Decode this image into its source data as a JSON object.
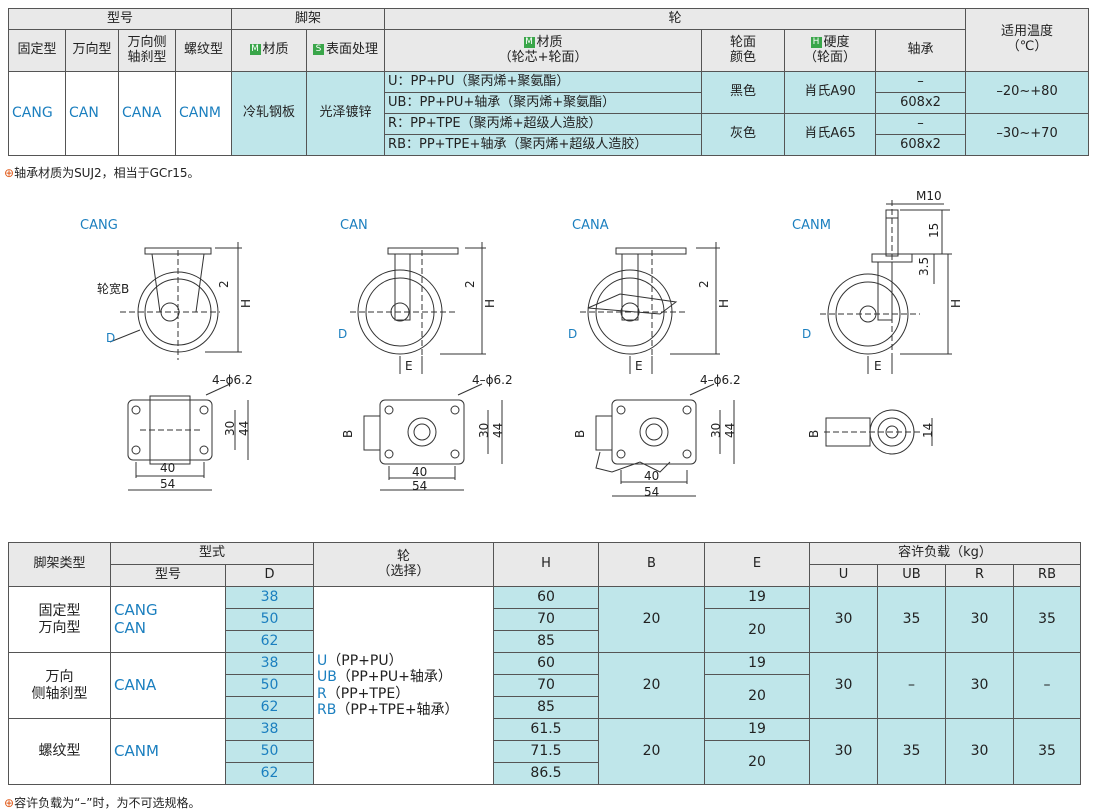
{
  "top_table": {
    "hdr_model": "型号",
    "hdr_frame": "脚架",
    "hdr_wheel": "轮",
    "hdr_temp": "适用温度\n（℃）",
    "col_fixed": "固定型",
    "col_swivel": "万向型",
    "col_brake": "万向侧\n轴刹型",
    "col_thread": "螺纹型",
    "tag_m": "M",
    "tag_s": "S",
    "tag_h": "H",
    "col_frame_material": "材质",
    "col_surface": "表面处理",
    "col_wheel_material": "材质\n（轮芯+轮面）",
    "col_tread_color": "轮面\n颜色",
    "col_hardness": "硬度\n（轮面）",
    "col_bearing": "轴承",
    "model_fixed": "CANG",
    "model_swivel": "CAN",
    "model_brake": "CANA",
    "model_thread": "CANM",
    "frame_material": "冷轧钢板",
    "surface": "光泽镀锌",
    "wheels": [
      "U：PP+PU（聚丙烯+聚氨酯）",
      "UB：PP+PU+轴承（聚丙烯+聚氨酯）",
      "R：PP+TPE（聚丙烯+超级人造胶）",
      "RB：PP+TPE+轴承（聚丙烯+超级人造胶）"
    ],
    "color_black": "黑色",
    "color_gray": "灰色",
    "hardness_a90": "肖氏A90",
    "hardness_a65": "肖氏A65",
    "bearing_none": "–",
    "bearing_608": "608x2",
    "temp_1": "–20~+80",
    "temp_2": "–30~+70"
  },
  "note_1": "轴承材质为SUJ2，相当于GCr15。",
  "drawings": {
    "label_cang": "CANG",
    "label_can": "CAN",
    "label_cana": "CANA",
    "label_canm": "CANM",
    "wheel_width": "轮宽B",
    "dim_d": "D",
    "dim_h": "H",
    "dim_e": "E",
    "dim_b": "B",
    "dim_2": "2",
    "dim_15": "15",
    "dim_35": "3.5",
    "dim_m10": "M10",
    "holes": "4–ϕ6.2",
    "dim_30": "30",
    "dim_44": "44",
    "dim_40": "40",
    "dim_54": "54",
    "dim_14": "14"
  },
  "bottom_table": {
    "hdr_frame_type": "脚架类型",
    "hdr_type": "型式",
    "hdr_model": "型号",
    "hdr_d": "D",
    "hdr_wheel": "轮\n（选择）",
    "hdr_h": "H",
    "hdr_b": "B",
    "hdr_e": "E",
    "hdr_load": "容许负载（kg）",
    "hdr_u": "U",
    "hdr_ub": "UB",
    "hdr_r": "R",
    "hdr_rb": "RB",
    "wheel_options": [
      {
        "code": "U",
        "desc": "（PP+PU）"
      },
      {
        "code": "UB",
        "desc": "（PP+PU+轴承）"
      },
      {
        "code": "R",
        "desc": "（PP+TPE）"
      },
      {
        "code": "RB",
        "desc": "（PP+TPE+轴承）"
      }
    ],
    "groups": [
      {
        "type": "固定型\n万向型",
        "model": "CANG\nCAN",
        "d": [
          "38",
          "50",
          "62"
        ],
        "h": [
          "60",
          "70",
          "85"
        ],
        "b": "20",
        "e1": "19",
        "e2": "20",
        "u": "30",
        "ub": "35",
        "r": "30",
        "rb": "35"
      },
      {
        "type": "万向\n侧轴刹型",
        "model": "CANA",
        "d": [
          "38",
          "50",
          "62"
        ],
        "h": [
          "60",
          "70",
          "85"
        ],
        "b": "20",
        "e1": "19",
        "e2": "20",
        "u": "30",
        "ub": "–",
        "r": "30",
        "rb": "–"
      },
      {
        "type": "螺纹型",
        "model": "CANM",
        "d": [
          "38",
          "50",
          "62"
        ],
        "h": [
          "61.5",
          "71.5",
          "86.5"
        ],
        "b": "20",
        "e1": "19",
        "e2": "20",
        "u": "30",
        "ub": "35",
        "r": "30",
        "rb": "35"
      }
    ]
  },
  "note_2": "容许负载为“–”时，为不可选规格。",
  "note_mark": "⊕"
}
